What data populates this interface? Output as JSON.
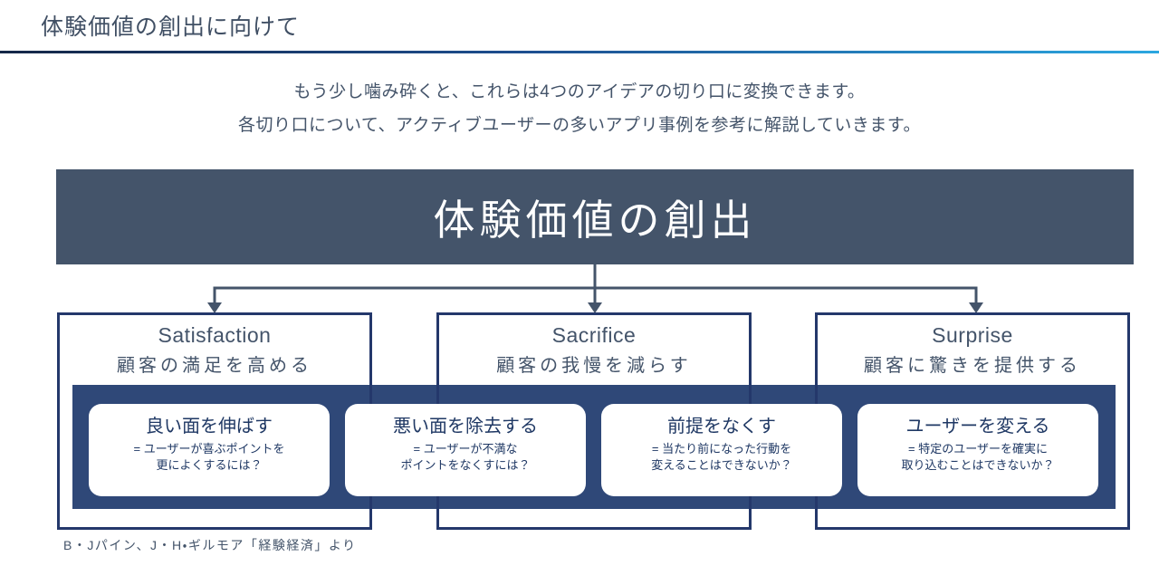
{
  "page": {
    "title": "体験価値の創出に向けて",
    "intro": {
      "line1": "もう少し噛み砕くと、これらは4つのアイデアの切り口に変換できます。",
      "line2": "各切り口について、アクティブユーザーの多いアプリ事例を参考に解説していきます。"
    },
    "footnote": "B・Jパイン、J・H・ギルモア「経験経済」より"
  },
  "diagram": {
    "root_label": "体験価値の創出",
    "branches": [
      {
        "en": "Satisfaction",
        "ja": "顧客の満足を高める"
      },
      {
        "en": "Sacrifice",
        "ja": "顧客の我慢を減らす"
      },
      {
        "en": "Surprise",
        "ja": "顧客に驚きを提供する"
      }
    ],
    "idea_cards": [
      {
        "title": "良い面を伸ばす",
        "desc1": "= ユーザーが喜ぶポイントを",
        "desc2": "更によくするには？"
      },
      {
        "title": "悪い面を除去する",
        "desc1": "= ユーザーが不満な",
        "desc2": "ポイントをなくすには？"
      },
      {
        "title": "前提をなくす",
        "desc1": "= 当たり前になった行動を",
        "desc2": "変えることはできないか？"
      },
      {
        "title": "ユーザーを変える",
        "desc1": "= 特定のユーザーを確実に",
        "desc2": "取り込むことはできないか？"
      }
    ]
  },
  "colors": {
    "slate": "#44546A",
    "band_navy": "#2F4878",
    "box_border_navy": "#24386B",
    "card_text_navy": "#1F3864",
    "rule_gradient_start": "#152747",
    "rule_gradient_end": "#2BA7E0"
  }
}
